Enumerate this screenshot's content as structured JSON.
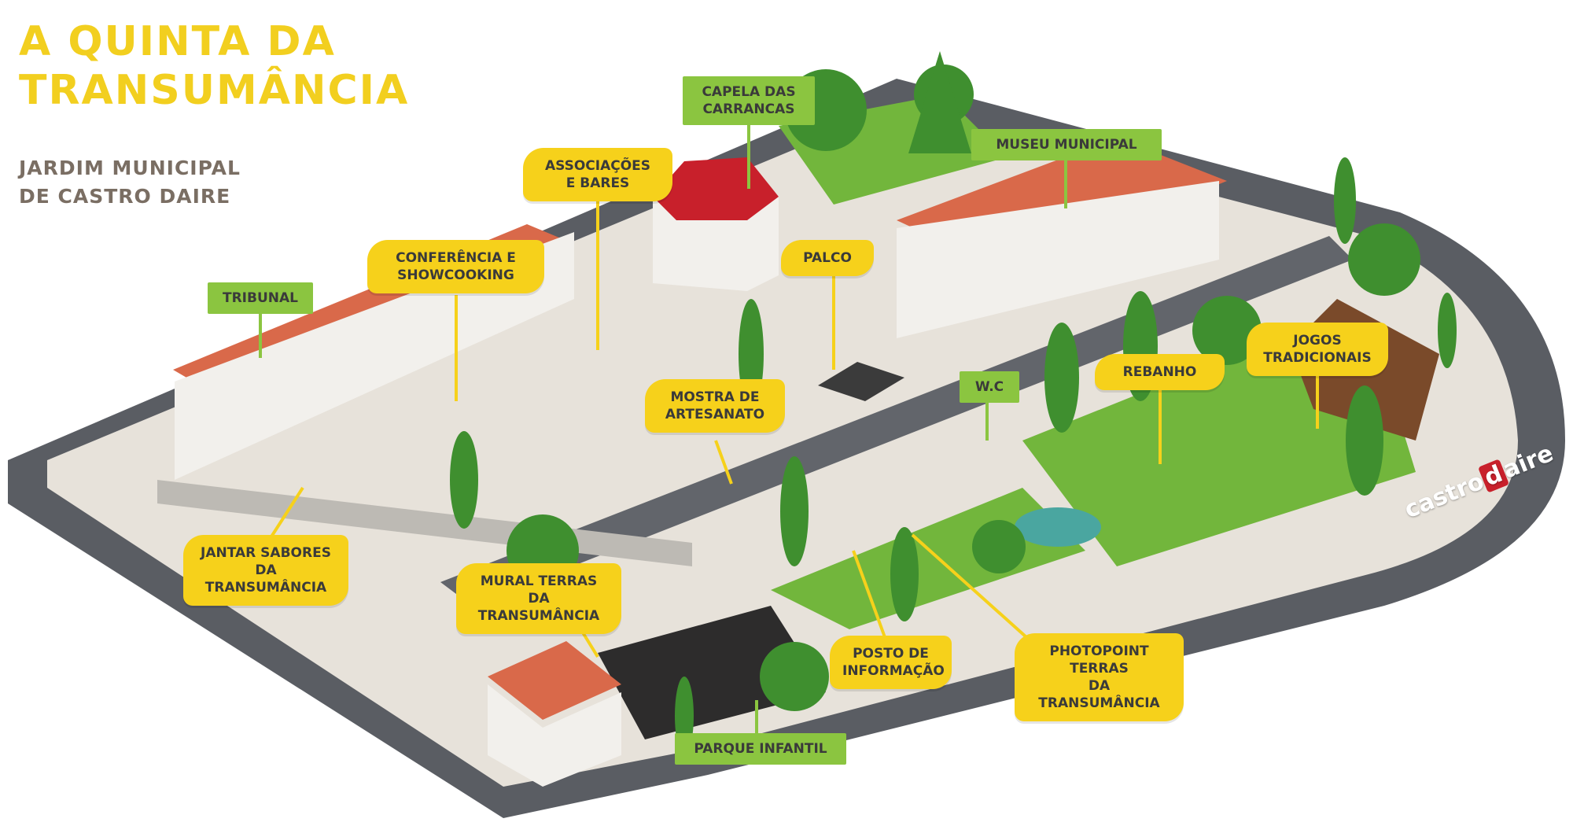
{
  "header": {
    "title_line1": "A QUINTA DA",
    "title_line2": "TRANSUMÂNCIA",
    "subtitle_line1": "JARDIM MUNICIPAL",
    "subtitle_line2": "DE CASTRO DAIRE"
  },
  "labels": {
    "capela": "CAPELA DAS\nCARRANCAS",
    "museu": "MUSEU MUNICIPAL",
    "associacoes": "ASSOCIAÇÕES\nE BARES",
    "conferencia": "CONFERÊNCIA E\nSHOWCOOKING",
    "palco": "PALCO",
    "tribunal": "TRIBUNAL",
    "jogos": "JOGOS\nTRADICIONAIS",
    "rebanho": "REBANHO",
    "wc": "W.C",
    "mostra": "MOSTRA DE\nARTESANATO",
    "jantar": "JANTAR SABORES\nDA TRANSUMÂNCIA",
    "mural": "MURAL TERRAS\nDA TRANSUMÂNCIA",
    "posto": "POSTO DE\nINFORMAÇÃO",
    "photopoint": "PHOTOPOINT TERRAS\nDA TRANSUMÂNCIA",
    "parque": "PARQUE INFANTIL"
  },
  "logo": {
    "part1": "castro",
    "part2": "d",
    "part3": "aire"
  },
  "colors": {
    "title_yellow": "#f2cf1f",
    "subtitle_gray": "#7a6e63",
    "label_yellow": "#f6d11b",
    "label_green": "#8bc540",
    "road": "#5a5d63",
    "roof": "#d9694a",
    "grass": "#72b63c"
  }
}
